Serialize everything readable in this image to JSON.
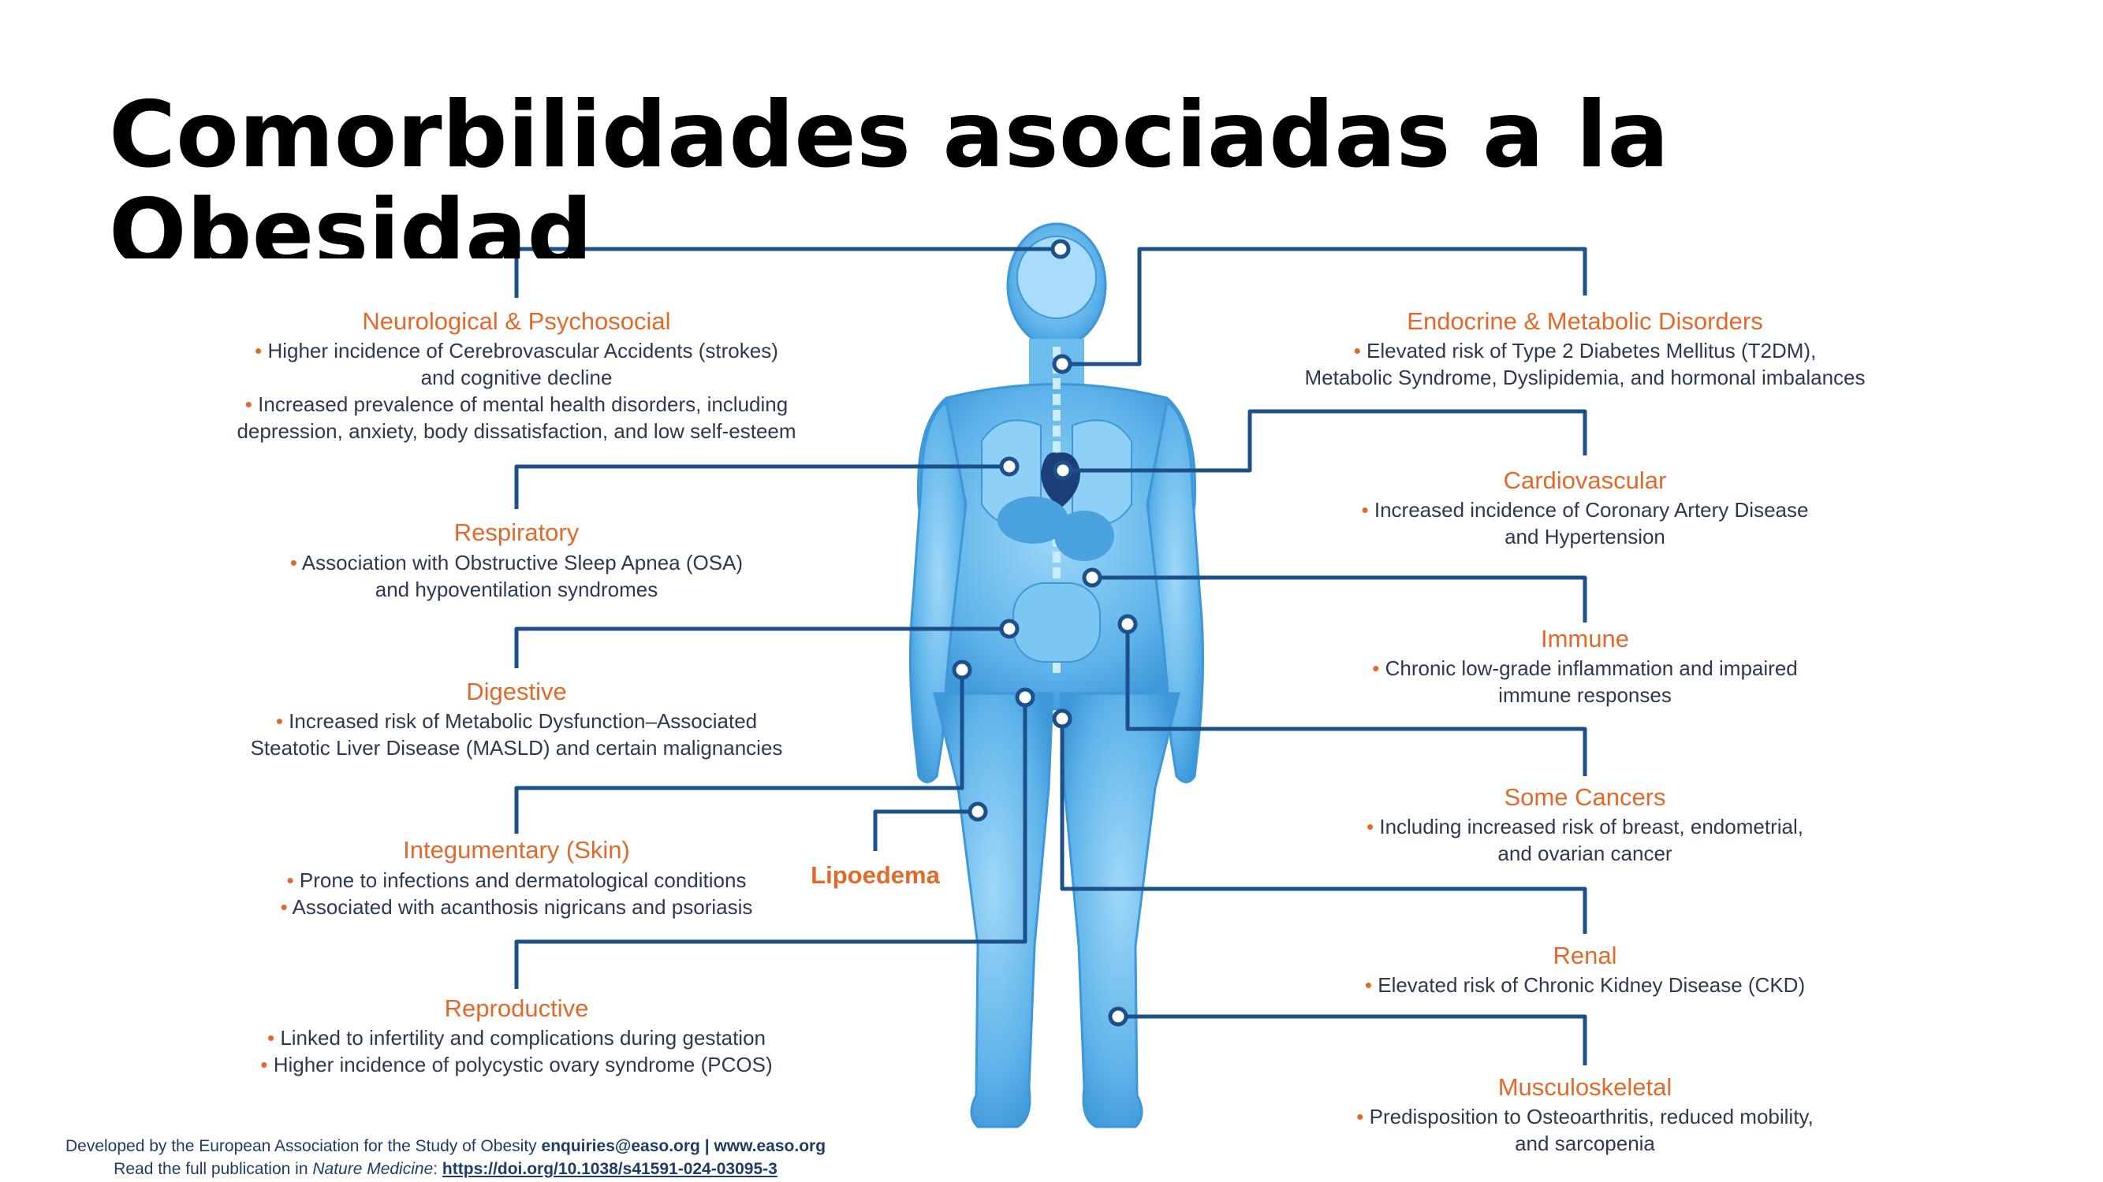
{
  "title": "Comorbilidades asociadas a la Obesidad",
  "colors": {
    "accent": "#e2692a",
    "connector": "#1d4f8a",
    "body_fill": "#6fc0f0",
    "text": "#2b3a4f"
  },
  "sections": [
    {
      "id": "neuro",
      "title": "Neurological & Psychosocial",
      "lines": [
        "• Higher incidence of Cerebrovascular Accidents (strokes)",
        "and cognitive decline",
        "• Increased prevalence of mental health disorders, including",
        "depression, anxiety, body dissatisfaction, and low self-esteem"
      ]
    },
    {
      "id": "resp",
      "title": "Respiratory",
      "lines": [
        "• Association with Obstructive Sleep Apnea (OSA)",
        "and hypoventilation syndromes"
      ]
    },
    {
      "id": "dig",
      "title": "Digestive",
      "lines": [
        "• Increased risk of Metabolic Dysfunction–Associated",
        "Steatotic Liver Disease (MASLD) and certain malignancies"
      ]
    },
    {
      "id": "skin",
      "title": "Integumentary (Skin)",
      "lines": [
        "• Prone to infections and dermatological conditions",
        "• Associated with acanthosis nigricans and psoriasis"
      ]
    },
    {
      "id": "repro",
      "title": "Reproductive",
      "lines": [
        "• Linked to infertility and complications during gestation",
        "• Higher incidence of polycystic ovary syndrome (PCOS)"
      ]
    },
    {
      "id": "endo",
      "title": "Endocrine & Metabolic Disorders",
      "lines": [
        "• Elevated risk of Type 2 Diabetes Mellitus (T2DM),",
        "Metabolic Syndrome, Dyslipidemia, and hormonal imbalances"
      ]
    },
    {
      "id": "cardio",
      "title": "Cardiovascular",
      "lines": [
        "• Increased incidence of Coronary Artery Disease",
        "and Hypertension"
      ]
    },
    {
      "id": "immune",
      "title": "Immune",
      "lines": [
        "• Chronic low-grade inflammation and impaired",
        "immune responses"
      ]
    },
    {
      "id": "cancer",
      "title": "Some Cancers",
      "lines": [
        "• Including increased risk of breast, endometrial,",
        "and ovarian cancer"
      ]
    },
    {
      "id": "renal",
      "title": "Renal",
      "lines": [
        "• Elevated risk of Chronic Kidney Disease (CKD)"
      ]
    },
    {
      "id": "musc",
      "title": "Musculoskeletal",
      "lines": [
        "• Predisposition to Osteoarthritis, reduced mobility,",
        "and sarcopenia"
      ]
    }
  ],
  "lipoedema": "Lipoedema",
  "footer": {
    "line1_text": "Developed by the European Association for the Study of Obesity ",
    "line1_email": "enquiries@easo.org",
    "line1_sep": " | ",
    "line1_web": "www.easo.org",
    "line2_text": "Read the full publication in ",
    "line2_journal": "Nature Medicine",
    "line2_colon": ": ",
    "line2_link": "https://doi.org/10.1038/s41591-024-03095-3"
  }
}
